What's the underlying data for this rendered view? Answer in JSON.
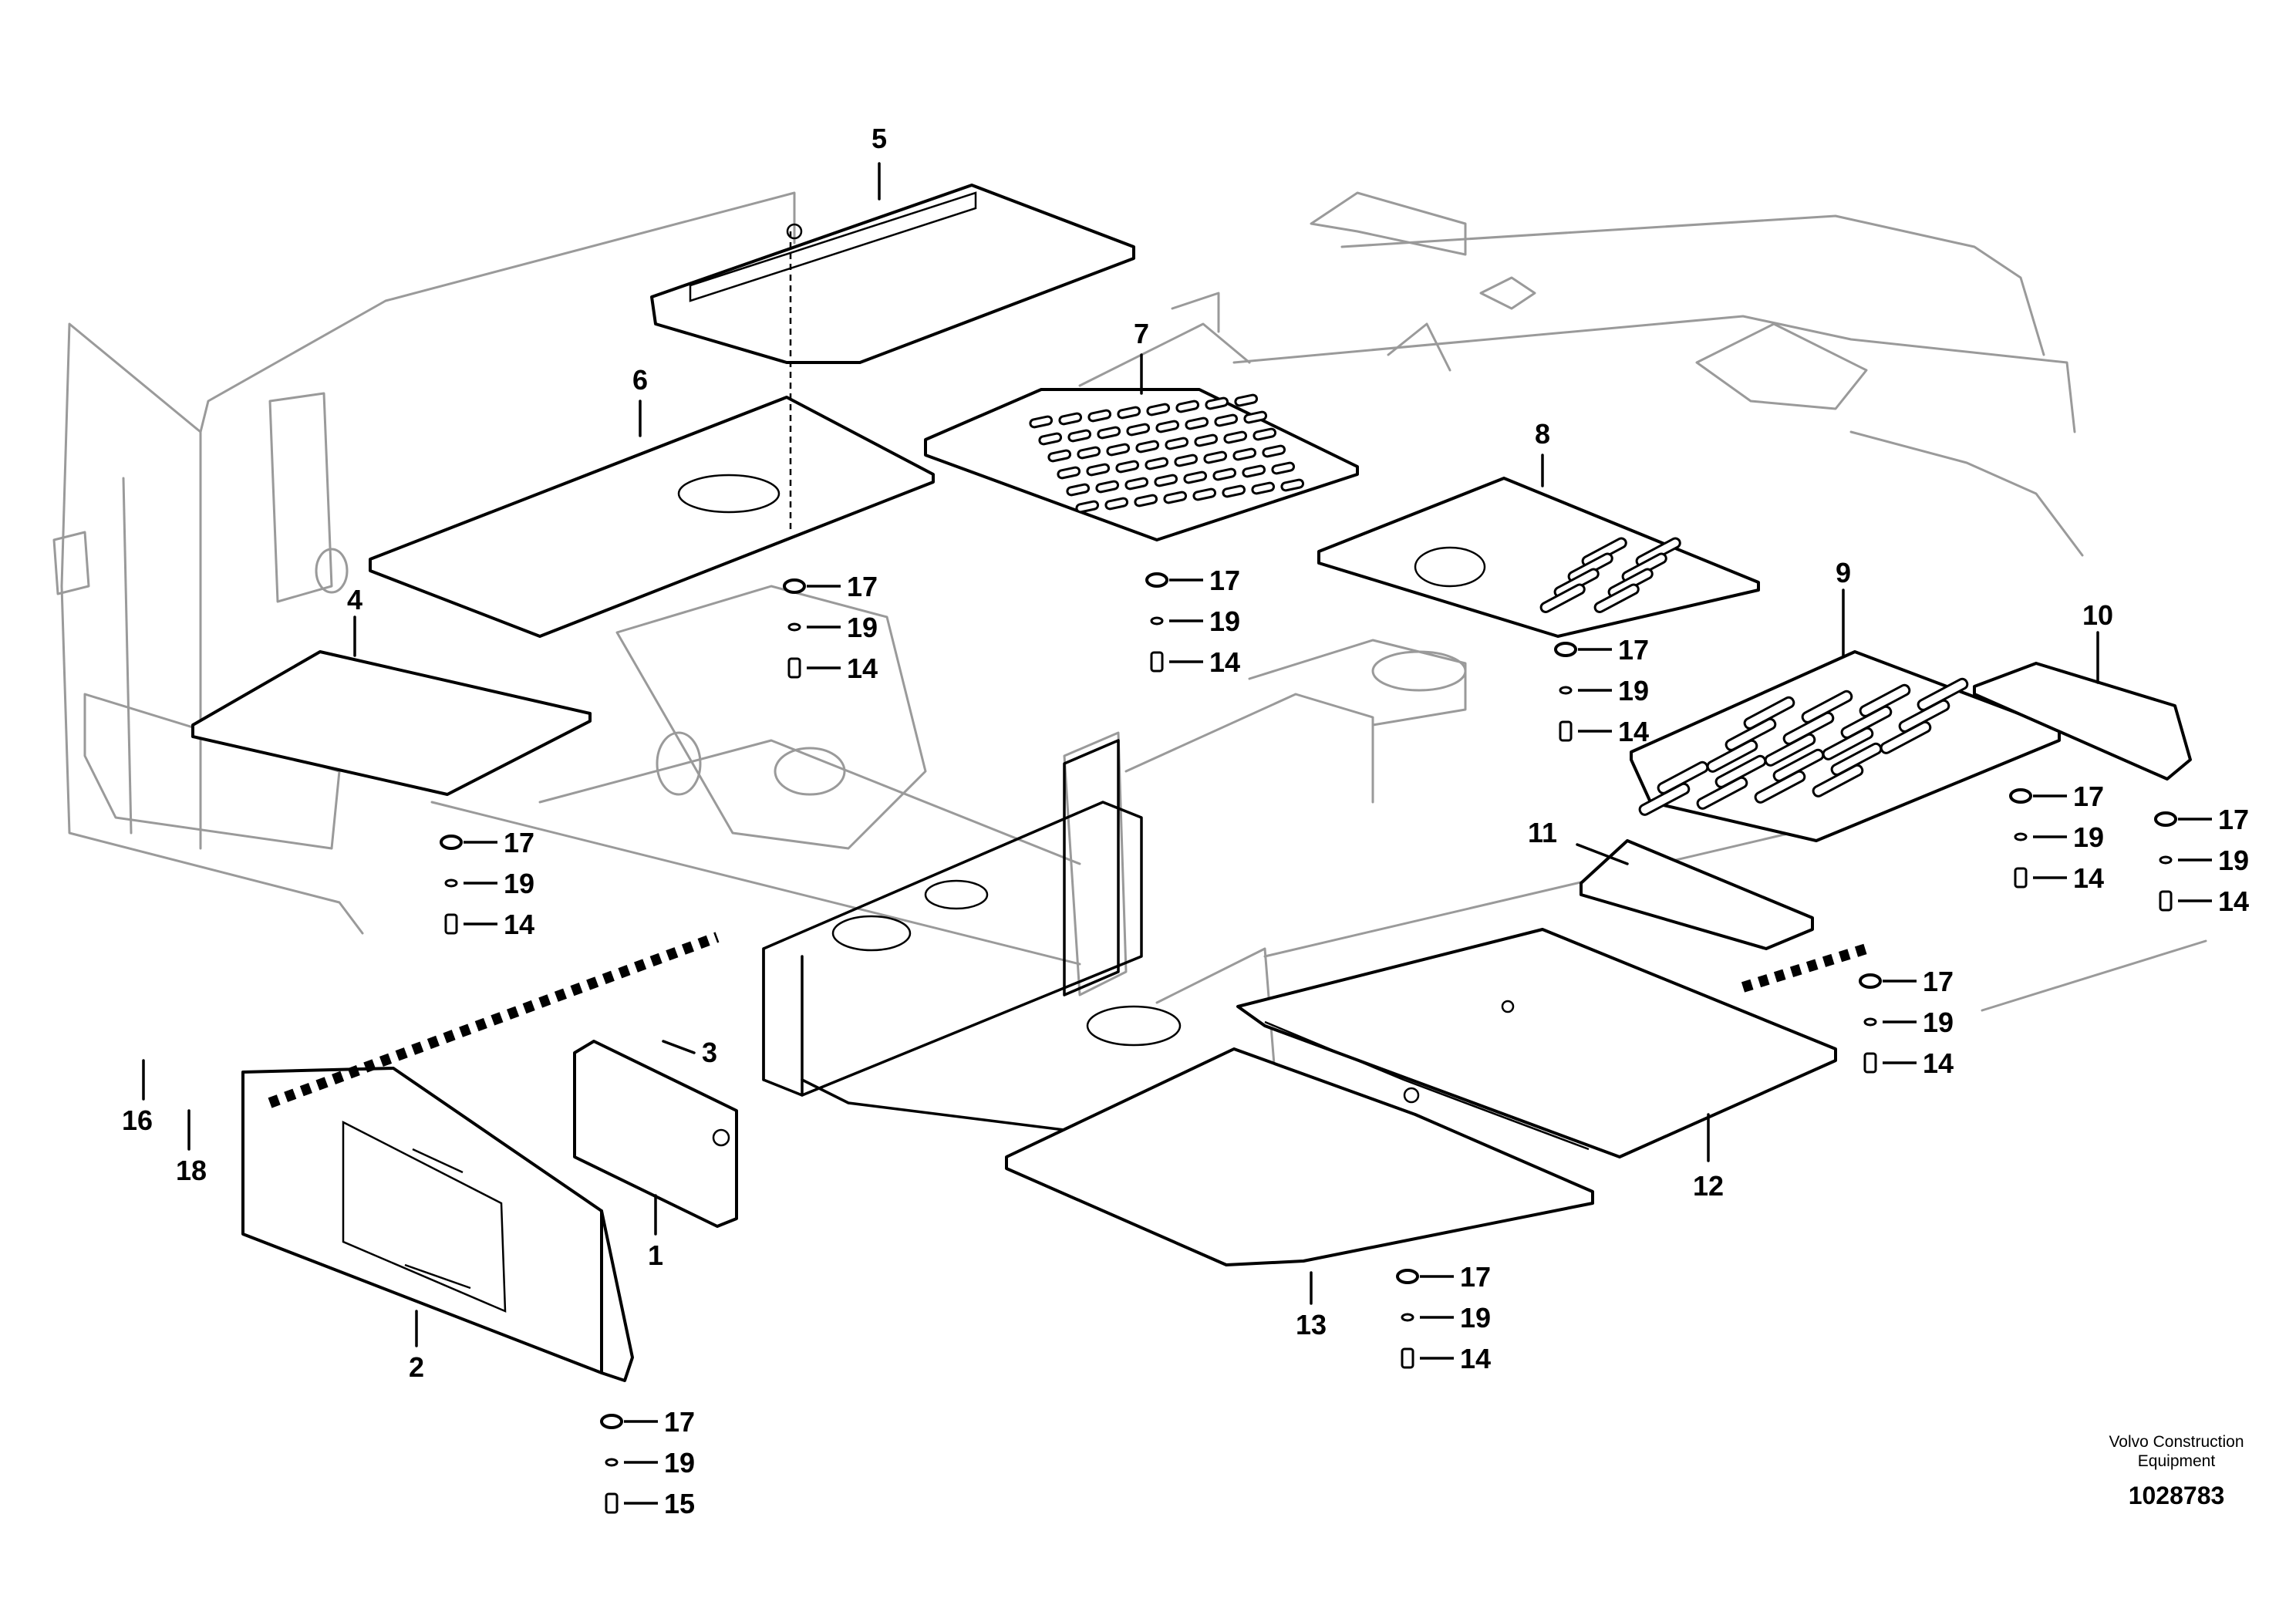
{
  "callouts": {
    "c1": "1",
    "c2": "2",
    "c3": "3",
    "c4": "4",
    "c5": "5",
    "c6": "6",
    "c7": "7",
    "c8": "8",
    "c9": "9",
    "c10": "10",
    "c11": "11",
    "c12": "12",
    "c13": "13",
    "c14": "14",
    "c15": "15",
    "c16": "16",
    "c17": "17",
    "c18": "18",
    "c19": "19"
  },
  "footer": {
    "credit_line1": "Volvo Construction",
    "credit_line2": "Equipment",
    "doc_number": "1028783"
  }
}
